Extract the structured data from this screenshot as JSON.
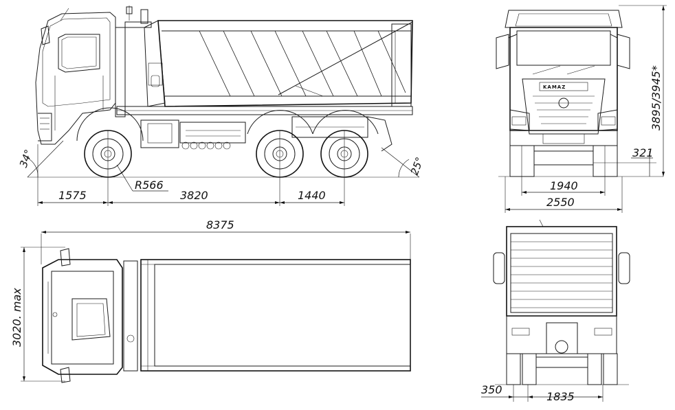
{
  "side_view": {
    "dim_front_overhang": "1575",
    "dim_wheelbase": "3820",
    "dim_rear_axle_spacing": "1440",
    "dim_wheel_radius": "R566",
    "dim_approach_angle": "34°",
    "dim_departure_angle": "25°"
  },
  "front_view": {
    "dim_height": "3895/3945*",
    "dim_ground_clearance": "321",
    "dim_track_front": "1940",
    "dim_overall_width": "2550",
    "brand_logo": "KAMAZ"
  },
  "top_view": {
    "dim_overall_length": "8375",
    "dim_width_max": "3020. max"
  },
  "rear_view": {
    "dim_wheel_offset": "350",
    "dim_track_rear": "1835"
  }
}
